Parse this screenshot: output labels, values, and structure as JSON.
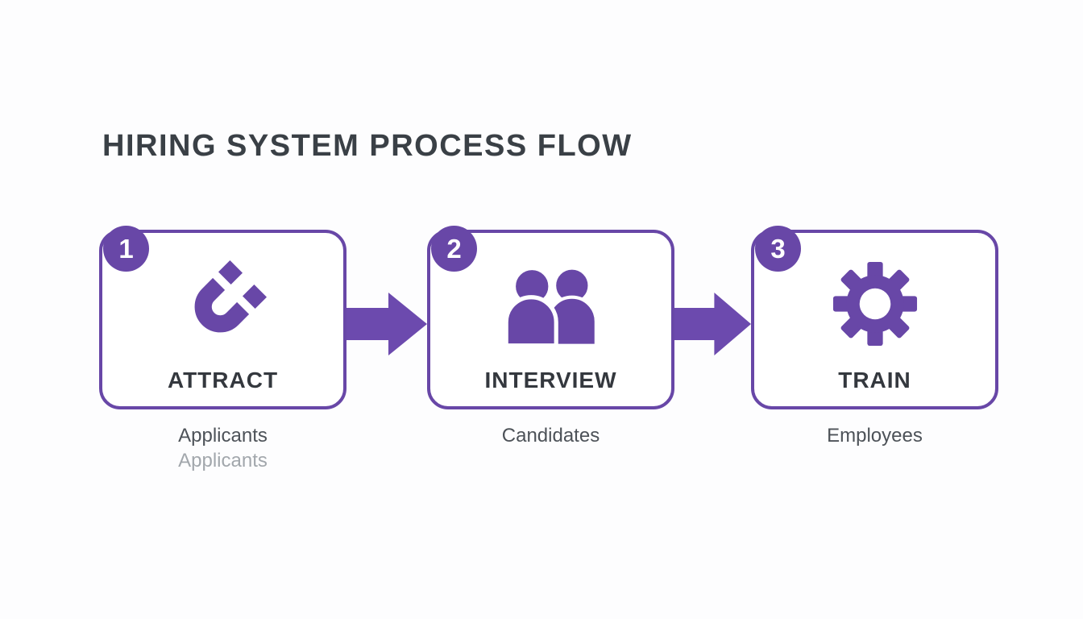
{
  "title": "HIRING SYSTEM PROCESS FLOW",
  "colors": {
    "purple": "#6847a7",
    "arrow": "#6c4aae",
    "bg": "#fdfdfe",
    "title": "#3a4046",
    "boxlabel": "#34383e",
    "subdark": "#4d5258",
    "subghost": "#a2a7ac"
  },
  "steps": [
    {
      "number": "1",
      "label": "ATTRACT",
      "icon": "magnet-icon",
      "sub_label": "Applicants",
      "sub_label_ghost": "Applicants"
    },
    {
      "number": "2",
      "label": "INTERVIEW",
      "icon": "people-icon",
      "sub_label": "Candidates"
    },
    {
      "number": "3",
      "label": "TRAIN",
      "icon": "gear-icon",
      "sub_label": "Employees"
    }
  ]
}
